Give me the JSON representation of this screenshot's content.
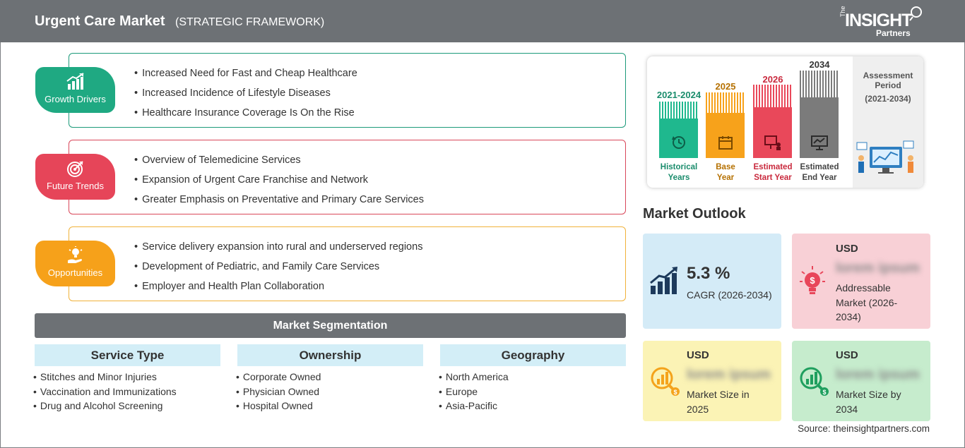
{
  "header": {
    "title": "Urgent Care Market",
    "subtitle": "(STRATEGIC FRAMEWORK)",
    "logo": {
      "the": "The",
      "word": "INSIGHT",
      "partners": "Partners"
    }
  },
  "factors": [
    {
      "label": "Growth Drivers",
      "color": "#1fa982",
      "icon": "growth-chart-icon",
      "items": [
        "Increased Need for Fast and Cheap Healthcare",
        "Increased Incidence of Lifestyle Diseases",
        "Healthcare Insurance Coverage Is On the Rise"
      ]
    },
    {
      "label": "Future Trends",
      "color": "#e64559",
      "icon": "target-icon",
      "items": [
        "Overview of Telemedicine Services",
        "Expansion of Urgent Care Franchise and Network",
        "Greater Emphasis on Preventative and Primary Care Services"
      ]
    },
    {
      "label": "Opportunities",
      "color": "#f6a11a",
      "icon": "lightbulb-hand-icon",
      "items": [
        "Service delivery expansion into rural and underserved regions",
        "Development of Pediatric, and Family Care Services",
        "Employer and Health Plan Collaboration"
      ]
    }
  ],
  "segmentation": {
    "title": "Market Segmentation",
    "groups": [
      {
        "title": "Service Type",
        "items": [
          "Stitches and Minor Injuries",
          "Vaccination and Immunizations",
          "Drug and Alcohol Screening"
        ]
      },
      {
        "title": "Ownership",
        "items": [
          "Corporate Owned",
          "Physician Owned",
          "Hospital Owned"
        ]
      },
      {
        "title": "Geography",
        "items": [
          "North America",
          "Europe",
          "Asia-Pacific"
        ]
      }
    ]
  },
  "timeline": {
    "columns": [
      {
        "year": "2021-2024",
        "caption_1": "Historical",
        "caption_2": "Years",
        "color": "#1fb88e",
        "text_color": "#1a8c6c",
        "icon": "history-icon"
      },
      {
        "year": "2025",
        "caption_1": "Base",
        "caption_2": "Year",
        "color": "#f7a21b",
        "text_color": "#b57000",
        "icon": "calendar-icon"
      },
      {
        "year": "2026",
        "caption_1": "Estimated",
        "caption_2": "Start Year",
        "color": "#e9485a",
        "text_color": "#c9293d",
        "icon": "presentation-icon"
      },
      {
        "year": "2034",
        "caption_1": "Estimated",
        "caption_2": "End Year",
        "color": "#7b7b7b",
        "text_color": "#444444",
        "icon": "monitor-icon"
      }
    ],
    "assessment_label": "Assessment Period",
    "assessment_range": "(2021-2034)"
  },
  "outlook": {
    "title": "Market Outlook",
    "cagr_value": "5.3 %",
    "cagr_label": "CAGR (2026-2034)",
    "addressable": {
      "currency": "USD",
      "value": "lorem ipsum",
      "label": "Addressable Market (2026-2034)"
    },
    "size_2025": {
      "currency": "USD",
      "value": "lorem ipsum",
      "label": "Market Size in 2025"
    },
    "size_2034": {
      "currency": "USD",
      "value": "lorem ipsum",
      "label": "Market Size by 2034"
    }
  },
  "source": "Source: theinsightpartners.com"
}
